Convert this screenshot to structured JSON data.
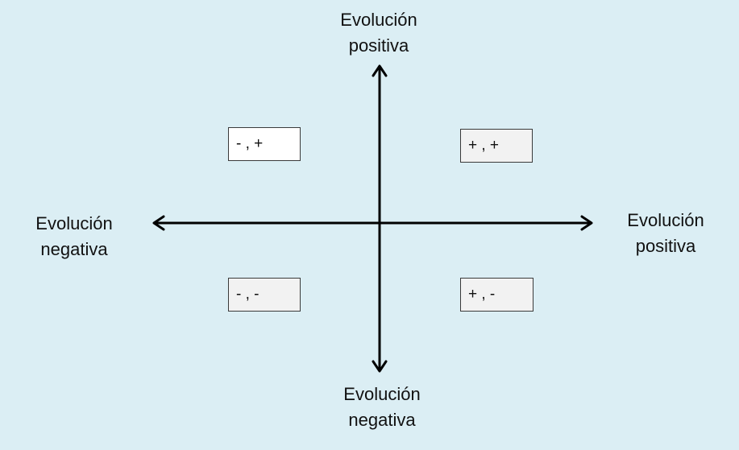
{
  "diagram": {
    "axis_labels": {
      "top": {
        "line1": "Evolución",
        "line2": "positiva"
      },
      "bottom": {
        "line1": "Evolución",
        "line2": "negativa"
      },
      "left": {
        "line1": "Evolución",
        "line2": "negativa"
      },
      "right": {
        "line1": "Evolución",
        "line2": "positiva"
      }
    },
    "quadrants": {
      "top_left": "- , +",
      "top_right": "+ , +",
      "bottom_left": "- , -",
      "bottom_right": "+ , -"
    },
    "colors": {
      "background": "#dbeef4",
      "axis": "#000000",
      "box_border": "#3a3a3a"
    }
  }
}
